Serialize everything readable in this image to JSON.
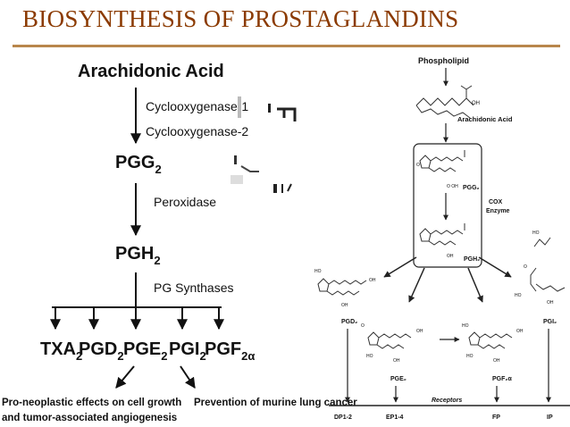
{
  "slide": {
    "title": "BIOSYNTHESIS OF PROSTAGLANDINS"
  },
  "left_pathway": {
    "substrate": "Arachidonic Acid",
    "enzyme_1": "Cyclooxygenase-1",
    "enzyme_2": "Cyclooxygenase-2",
    "intermediate_1": {
      "base": "PGG",
      "sub": "2"
    },
    "enzyme_3": "Peroxidase",
    "intermediate_2": {
      "base": "PGH",
      "sub": "2"
    },
    "enzyme_4": "PG Synthases",
    "products": [
      {
        "base": "TXA",
        "sub": "2"
      },
      {
        "base": "PGD",
        "sub": "2"
      },
      {
        "base": "PGE",
        "sub": "2"
      },
      {
        "base": "PGI",
        "sub": "2"
      },
      {
        "base": "PGF",
        "sub": "2α"
      }
    ],
    "effect_left_line1": "Pro-neoplastic effects on cell growth",
    "effect_left_line2": "and tumor-associated angiogenesis",
    "effect_right": "Prevention of murine lung cancer"
  },
  "right_pathway": {
    "phospholipid": "Phospholipid",
    "arachidonic_acid": "Arachidonic Acid",
    "pgg2": "PGG₂",
    "pgh2": "PGH₂",
    "cox_line1": "COX",
    "cox_line2": "Enzyme",
    "pgd2": "PGD₂",
    "pge2": "PGE₂",
    "pgf2a": "PGF₂α",
    "pgi2": "PGI₂",
    "receptors_label": "Receptors",
    "receptors": [
      "DP1-2",
      "EP1-4",
      "FP",
      "IP"
    ]
  }
}
